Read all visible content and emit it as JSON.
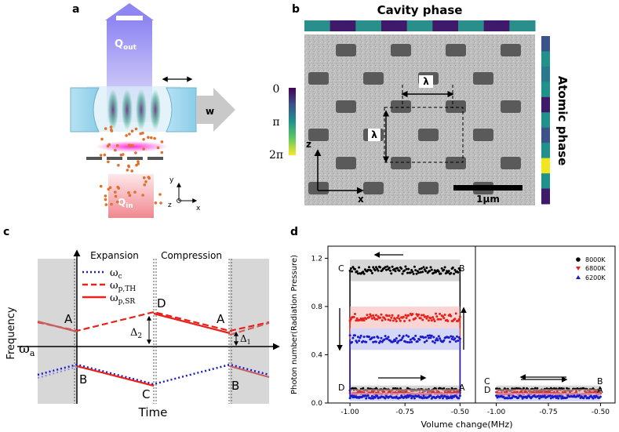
{
  "panels": {
    "a": {
      "letter": "a",
      "q_out": "Q",
      "q_out_sub": "out",
      "q_in": "Q",
      "q_in_sub": "in",
      "w_label": "w",
      "axis_y": "y",
      "axis_x": "x",
      "axis_z": "z"
    },
    "b": {
      "letter": "b",
      "title_top": "Cavity phase",
      "title_right": "Atomic phase",
      "lambda_1": "λ",
      "lambda_2": "λ",
      "axis_z": "z",
      "axis_x": "x",
      "scale_bar": "1μm",
      "colorbar_ticks": [
        "0",
        "π",
        "2π"
      ],
      "colors": {
        "purple": "#3f1a6b",
        "teal": "#2a8f8a",
        "yellow": "#f1e51d"
      }
    },
    "c": {
      "letter": "c",
      "region_expansion": "Expansion",
      "region_compression": "Compression",
      "ylabel": "Frequency",
      "xlabel": "Time",
      "omega_a": "ω",
      "omega_a_sub": "a",
      "legend": [
        {
          "sym": "ω",
          "sub": "c",
          "style": "dotted",
          "color": "#1a1acc"
        },
        {
          "sym": "ω",
          "sub": "p,TH",
          "style": "dashed",
          "color": "#e8211a"
        },
        {
          "sym": "ω",
          "sub": "p,SR",
          "style": "solid",
          "color": "#e8211a"
        }
      ],
      "delta_1": "Δ",
      "delta_1_sub": "1",
      "delta_2": "Δ",
      "delta_2_sub": "2",
      "points": [
        "A",
        "B",
        "C",
        "D",
        "A",
        "B"
      ]
    },
    "d": {
      "letter": "d",
      "xlabel": "Volume change(MHz)",
      "ylabel": "Photon number(Radiation Pressure)",
      "legend": [
        {
          "name": "8000K",
          "color": "#000000",
          "marker": "circle"
        },
        {
          "name": "6800K",
          "color": "#e8211a",
          "marker": "triangle-down"
        },
        {
          "name": "6200K",
          "color": "#1a1acc",
          "marker": "triangle-up"
        }
      ],
      "left_labels": {
        "C": "C",
        "B": "B",
        "D": "D",
        "A": "A"
      },
      "right_labels": {
        "C": "C",
        "B": "B",
        "D": "D",
        "A": "A"
      }
    }
  },
  "chart_data": {
    "type": "scatter",
    "title": "",
    "xlabel": "Volume change(MHz)",
    "ylabel": "Photon number(Radiation Pressure)",
    "subplots": [
      {
        "xlim": [
          -1.1,
          -0.43
        ],
        "ylim": [
          0.0,
          1.3
        ],
        "xticks": [
          "-1.00",
          "-0.75",
          "-0.50"
        ],
        "yticks": [
          "0.0",
          "0.4",
          "0.8",
          "1.2"
        ],
        "series": [
          {
            "name": "8000K",
            "upper_level": 1.1,
            "lower_level": 0.11
          },
          {
            "name": "6800K",
            "upper_level": 0.71,
            "lower_level": 0.08
          },
          {
            "name": "6200K",
            "upper_level": 0.53,
            "lower_level": 0.05
          }
        ],
        "x_range": [
          -1.0,
          -0.5
        ]
      },
      {
        "xlim": [
          -1.1,
          -0.43
        ],
        "ylim": [
          0.0,
          1.3
        ],
        "xticks": [
          "-1.00",
          "-0.75",
          "-0.50"
        ],
        "series": [
          {
            "name": "8000K",
            "level": 0.11
          },
          {
            "name": "6800K",
            "level": 0.08
          },
          {
            "name": "6200K",
            "level": 0.05
          }
        ],
        "x_range": [
          -1.0,
          -0.5
        ]
      }
    ],
    "grid": false,
    "legend_position": "top-right"
  }
}
